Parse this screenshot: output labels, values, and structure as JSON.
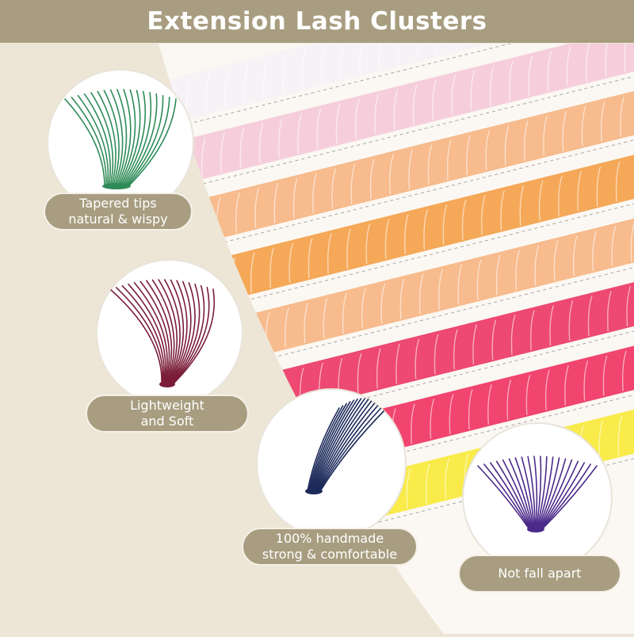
{
  "title": "Extension Lash Clusters",
  "features": [
    {
      "line1": "Tapered tips",
      "line2": "natural & wispy",
      "lash_color": "#2e8b57"
    },
    {
      "line1": "Lightweight",
      "line2": "and Soft",
      "lash_color": "#7a1d3a"
    },
    {
      "line1": "100% handmade",
      "line2": "strong & comfortable",
      "lash_color": "#1c2a5a"
    },
    {
      "line1": "Not fall apart",
      "line2": "",
      "lash_color": "#4b2a8a"
    }
  ],
  "colors": {
    "banner": "#a89d80",
    "background": "#ede6d6",
    "tray": "#fbf8f3",
    "rows": [
      "#f4f1f6",
      "#f4c7d6",
      "#f6b07a",
      "#f39a3c",
      "#f6b07a",
      "#ea2a5a",
      "#ef2456",
      "#f7e92c"
    ]
  }
}
